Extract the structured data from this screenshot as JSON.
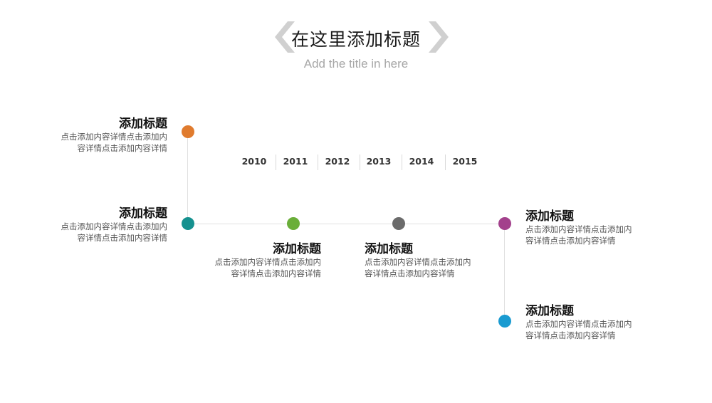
{
  "header": {
    "title": "在这里添加标题",
    "subtitle": "Add the title in here",
    "left_chevron_icon": "chevron-left-icon",
    "right_chevron_icon": "chevron-right-icon"
  },
  "timeline": {
    "years": [
      "2010",
      "2011",
      "2012",
      "2013",
      "2014",
      "2015"
    ],
    "colors": {
      "orange": "#e07b2e",
      "teal": "#15918f",
      "green": "#6aae39",
      "gray": "#6b6b6b",
      "purple": "#a3418c",
      "blue": "#1a9bd1",
      "line": "#e0e0e0"
    },
    "items": [
      {
        "heading": "添加标题",
        "line1": "点击添加内容详情点击添加内",
        "line2": "容详情点击添加内容详情"
      },
      {
        "heading": "添加标题",
        "line1": "点击添加内容详情点击添加内",
        "line2": "容详情点击添加内容详情"
      },
      {
        "heading": "添加标题",
        "line1": "点击添加内容详情点击添加内",
        "line2": "容详情点击添加内容详情"
      },
      {
        "heading": "添加标题",
        "line1": "点击添加内容详情点击添加内",
        "line2": "容详情点击添加内容详情"
      },
      {
        "heading": "添加标题",
        "line1": "点击添加内容详情点击添加内",
        "line2": "容详情点击添加内容详情"
      },
      {
        "heading": "添加标题",
        "line1": "点击添加内容详情点击添加内",
        "line2": "容详情点击添加内容详情"
      }
    ]
  }
}
